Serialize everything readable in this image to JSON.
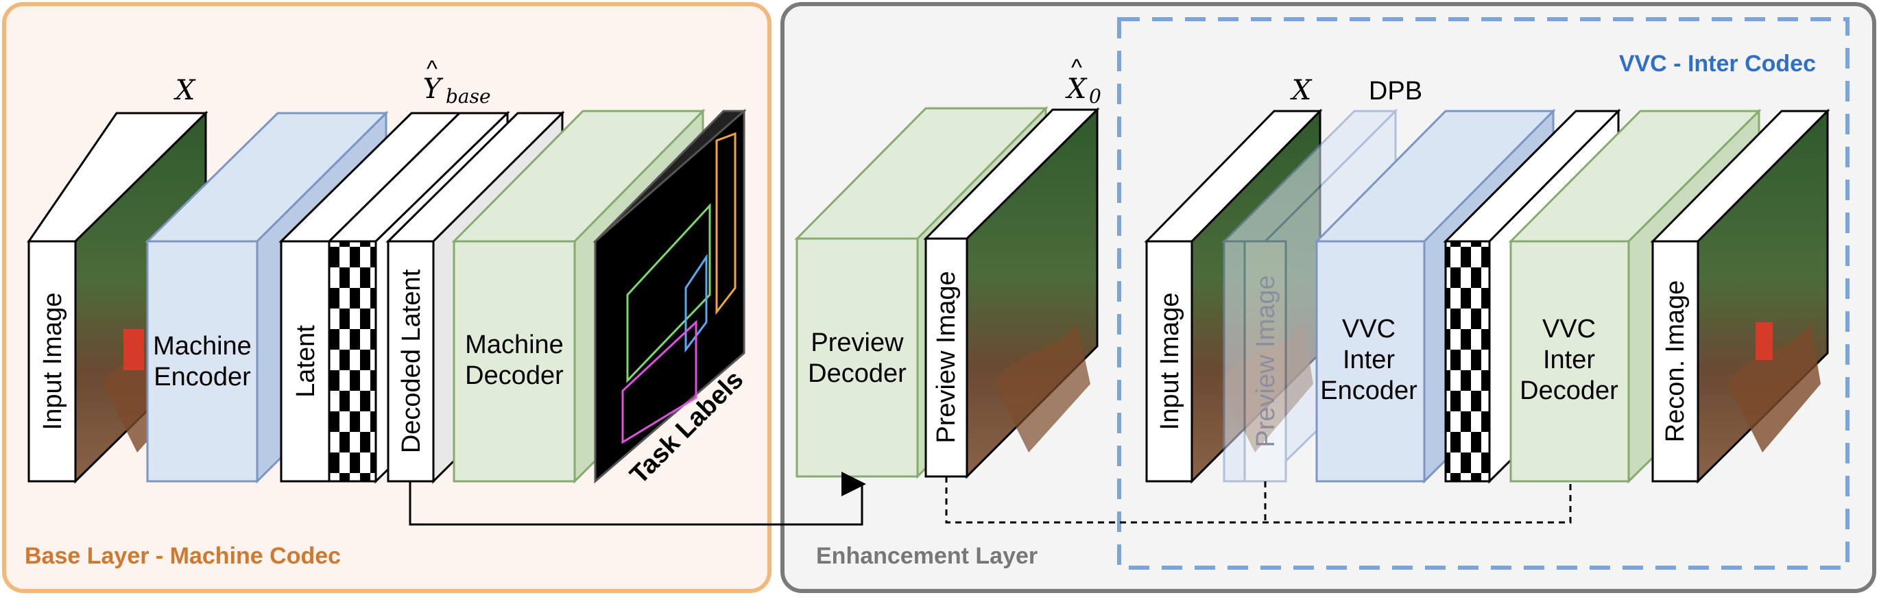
{
  "colors": {
    "base_border": "#f2b87a",
    "base_fill": "#fdf3ef",
    "base_title": "#d0782e",
    "enh_border": "#7a7a7a",
    "enh_fill": "#f4f4f4",
    "enh_title": "#777777",
    "vvc_border": "#7ba4dc",
    "vvc_title": "#2e6fc9",
    "blue_block": "#dae5f4",
    "blue_edge": "#7a96c4",
    "green_block": "#e0ecd8",
    "green_edge": "#86ab6e",
    "frame_edge": "#000000"
  },
  "panels": {
    "base": "Base Layer - Machine Codec",
    "enhancement": "Enhancement Layer",
    "vvc": "VVC - Inter Codec"
  },
  "labels": {
    "input_image": "Input Image",
    "machine_encoder_l1": "Machine",
    "machine_encoder_l2": "Encoder",
    "latent": "Latent",
    "decoded_latent": "Decoded Latent",
    "machine_decoder_l1": "Machine",
    "machine_decoder_l2": "Decoder",
    "task_labels": "Task Labels",
    "preview_decoder_l1": "Preview",
    "preview_decoder_l2": "Decoder",
    "preview_image": "Preview Image",
    "input_image_2": "Input Image",
    "preview_image_ghost": "Preview Image",
    "vvc_encoder_l1": "VVC",
    "vvc_encoder_l2": "Inter",
    "vvc_encoder_l3": "Encoder",
    "vvc_decoder_l1": "VVC",
    "vvc_decoder_l2": "Inter",
    "vvc_decoder_l3": "Decoder",
    "recon_image": "Recon. Image",
    "dpb": "DPB"
  },
  "math": {
    "x_base": "X",
    "y_hat": "Y",
    "y_hat_sub": "base",
    "x0_hat": "X",
    "x0_sub": "0",
    "x_vvc": "X"
  }
}
